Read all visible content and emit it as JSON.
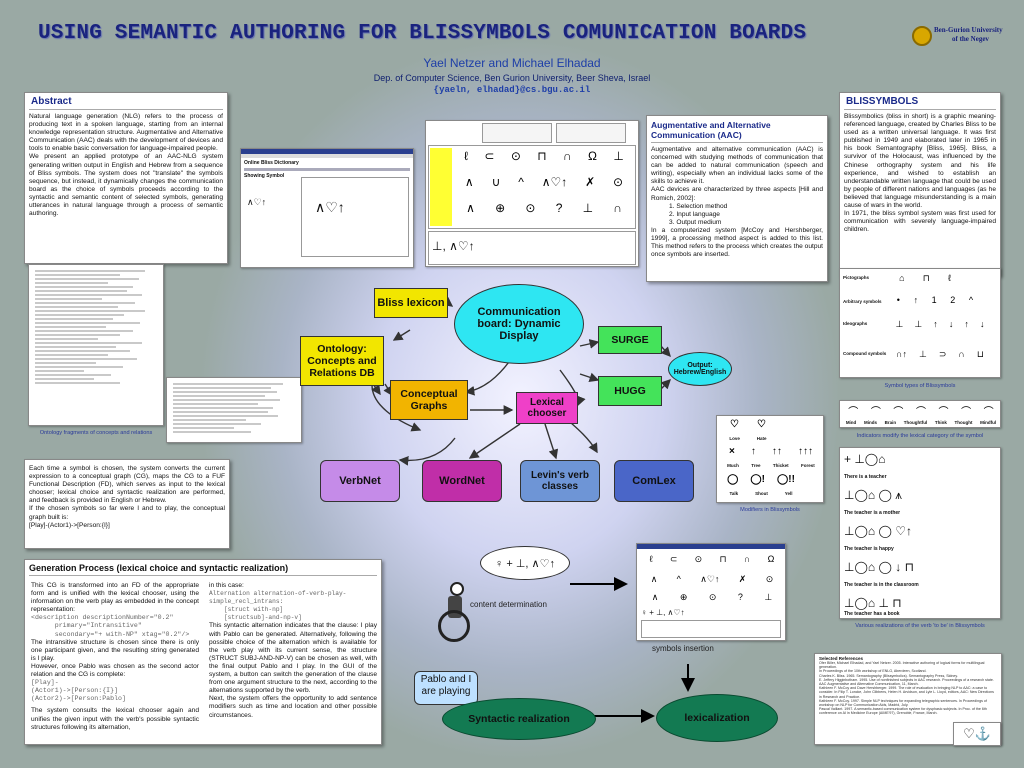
{
  "header": {
    "title": "USING SEMANTIC AUTHORING FOR BLISSYMBOLS COMUNICATION BOARDS",
    "authors": "Yael Netzer and Michael Elhadad",
    "affiliation": "Dep. of Computer Science, Ben Gurion University, Beer Sheva, Israel",
    "email": "{yaeln, elhadad}@cs.bgu.ac.il",
    "logo_line1": "Ben-Gurion University",
    "logo_line2": "of the Negev"
  },
  "abstract": {
    "title": "Abstract",
    "p1": "Natural language generation (NLG) refers to the process of producing text in a spoken language, starting from an internal knowledge representation structure. Augmentative and Alternative Communication (AAC) deals with the development of devices and tools to enable basic conversation for language-impaired people.",
    "p2": "We present an applied prototype of an AAC-NLG system generating written output in English and Hebrew from a sequence of Bliss symbols. The system does not \"translate\" the symbols sequence, but instead, it dynamically changes the communication board as the choice of symbols proceeds according to the syntactic and semantic content of selected symbols, generating utterances in natural language through a process of semantic authoring."
  },
  "ontology_caption": "Ontology fragments of concepts and relations",
  "cg_box": {
    "p1": "Each time a symbol is chosen, the system converts the current expression to a conceptual graph (CG), maps the CG to a FUF Functional Description (FD), which serves as input to the lexical chooser; lexical choice and syntactic realization are performed, and feedback is provided in English or Hebrew.",
    "p2": "If the chosen symbols so far were I and to play, the conceptual graph built is:",
    "p3": "[Play]-(Actor1)->[Person:{I}]"
  },
  "generation": {
    "title": "Generation Process (lexical choice and syntactic realization)",
    "left_p1": "This CG is transformed into an FD of the appropriate form and is unified with the lexical chooser, using the information on the verb play as embedded in the concept representation:",
    "left_code1": "<description descriptionNumber=\"0.2\"",
    "left_code2": "      primary=\"Intransitive\"",
    "left_code3": "      secondary=\"+ with-NP\" xtag=\"0.2\"/>",
    "left_p2": "The intransitive structure is chosen since there is only one participant given, and the resulting string generated is I play.",
    "left_p3": "However, once Pablo was chosen as the second actor relation and the CG is complete:",
    "left_code4": "[Play]-",
    "left_code5": "(Actor1)->[Person:{I}]",
    "left_code6": "(Actor2)->[Person:Pablo]",
    "left_p4": "The system consults the lexical chooser again and unifies the given input with the verb's possible syntactic structures following its alternation,",
    "right_p1": "in this case:",
    "right_code1": "Alternation alternation-of-verb-play-",
    "right_code2": "simple_recl_intrans:",
    "right_code3": "    [struct with-np]",
    "right_code4": "    [structsub]-and-np-v]",
    "right_p2": "This syntactic alternation indicates that the clause: I play with Pablo can be generated. Alternatively, following the possible choice of the alternation which is available for the verb play with its current sense, the structure (STRUCT SUBJ-AND-NP-V) can be chosen as well, with the final output Pablo and I play. In the GUI of the system, a button can switch the generation of the clause from one argument structure to the next, according to the alternations supported by the verb.",
    "right_p3": "Next, the system offers the opportunity to add sentence modifiers such as time and location and other possible circumstances."
  },
  "aac": {
    "title": "Augmentative and Alternative Communication (AAC)",
    "p1": "Augmentative and alternative communication (AAC) is concerned with studying methods of communication that can be added to natural communication (speech and writing), especially when an individual lacks some of the skills to achieve it.",
    "p2": "AAC devices are characterized by three aspects [Hill and Romich, 2002]:",
    "items": [
      "Selection method",
      "Input language",
      "Output medium"
    ],
    "p3": "In a computerized system [McCoy and Hershberger, 1999], a processing method aspect is added to this list. This method refers to the process which creates the output once symbols are inserted."
  },
  "bliss": {
    "title": "BLISSYMBOLS",
    "p1": "Blissymbolics (bliss in short) is a graphic meaning-referenced language, created by Charles Bliss to be used as a written universal language. It was first published in 1949 and elaborated later in 1965 in his book Semantography [Bliss, 1965]. Bliss, a survivor of the Holocaust, was influenced by the Chinese orthography system and his life experience, and wished to establish an understandable written language that could be used by people of different nations and languages (as he believed that language misunderstanding is a main cause of wars in the world.",
    "p2": "In 1971, the bliss symbol system was first used for communication with severely language-impaired children."
  },
  "diagram": {
    "bliss_lexicon": "Bliss lexicon",
    "comm_board": "Communication board: Dynamic Display",
    "ontology": "Ontology: Concepts and Relations DB",
    "surge": "SURGE",
    "output": "Output: Hebrew/English",
    "hugg": "HUGG",
    "conceptual_graphs": "Conceptual Graphs",
    "lexical_chooser": "Lexical chooser",
    "verbnet": "VerbNet",
    "wordnet": "WordNet",
    "levin": "Levin's verb classes",
    "comlex": "ComLex"
  },
  "flow": {
    "content_determination": "content determination",
    "symbols_insertion": "symbols insertion",
    "speech": "Pablo and I are playing",
    "syntactic": "Syntactic realization",
    "lexicalization": "lexicalization"
  },
  "screens": {
    "dictionary_title": "Online Bliss Dictionary",
    "showing_symbol": "Showing Symbol"
  },
  "captions": {
    "symbol_types": "Symbol types of Blissymbols",
    "indicators": "Indicators modify the lexical category of the symbol",
    "modifiers": "Modifiers in Blissymbols",
    "realizations": "Various realizations of the verb 'to be' in Blissymbols"
  },
  "symbol_types_rows": [
    "Pictographs",
    "Arbitrary symbols",
    "Ideographs",
    "Compound symbols"
  ],
  "indicator_words": [
    "Mind",
    "Minds",
    "Brain",
    "Thoughtful",
    "Think",
    "Thought",
    "Mindful"
  ],
  "modifier_words": [
    "Love",
    "Hate",
    "Much",
    "Tree",
    "Thicket",
    "Forest",
    "Talk",
    "Shout",
    "Yell"
  ],
  "realization_sentences": [
    "There is a teacher",
    "The teacher is a mother",
    "The teacher is happy",
    "The teacher is in the classroom",
    "The teacher has a book"
  ],
  "references": {
    "title": "Selected References",
    "lines": [
      "Ofer Biller, Michael Elhadad, and Yael Netzer. 2005. Interactive authoring of logical forms for multilingual generation.",
      "In Proceedings of the 10th workshop of ENLG, Aberdeen, Scotland.",
      "Charles K. Bliss. 1965. Semantography (Blissymbolics). Semantography Press, Sidney.",
      "E. Jeffery Higginbotham. 1995. Use of nonfinished subjects in AAC research. Proceedings of a research state. AAC Augmentative and Alternative Communication, 11, March.",
      "Kathleen F. McCoy and Dave Hershberger. 1999. The role of evaluation in bringing NLP to AAC: a case to consider. In Filip T. Loncke, John Clibbens, Helen H. Arvidson, and Lyle L. Lloyd, editors, AAC: New Directions in Research and Practice.",
      "Kathleen F. McCoy. 1997. Simple NLP techniques for expanding telegraphic sentences. In Proceedings of workshop on NLP for Communication Aids, Madrid, July.",
      "Pascal Vaillant. 1997. A semantic-based communication system for dysphasic subjects. In Proc. of the 6th conference on AI in Medicine Europe (AIME'97), Grenoble, France, March."
    ]
  },
  "colors": {
    "title": "#1a237e",
    "bliss_lexicon": "#f2e600",
    "comm_board": "#2ee6f2",
    "ontology": "#f2e600",
    "surge": "#44e35a",
    "output": "#2ee6f2",
    "hugg": "#44e35a",
    "conceptual_graphs": "#f2b400",
    "lexical_chooser": "#ef40c8",
    "verbnet": "#c58be8",
    "wordnet": "#c02ea8",
    "levin": "#6e95d6",
    "comlex": "#4a66c8",
    "flow_nodes": "#137a52"
  }
}
